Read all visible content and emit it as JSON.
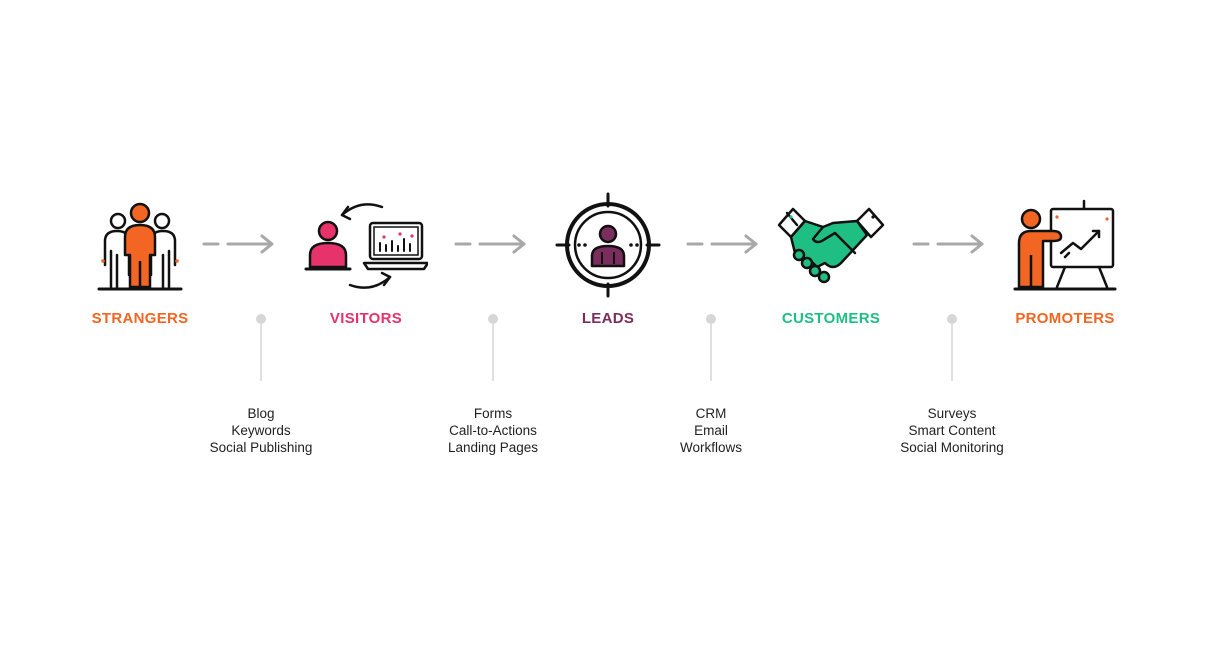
{
  "colors": {
    "orange": "#f26522",
    "pink": "#e6336b",
    "purple": "#7b2d5e",
    "green": "#1fbf83",
    "arrow_gray": "#a8a8a8",
    "outline": "#111111"
  },
  "stages": [
    {
      "label": "STRANGERS",
      "color": "#f26522",
      "icon": "people-group-icon"
    },
    {
      "label": "VISITORS",
      "color": "#e6336b",
      "icon": "person-laptop-cycle-icon"
    },
    {
      "label": "LEADS",
      "color": "#7b2d5e",
      "icon": "target-person-icon"
    },
    {
      "label": "CUSTOMERS",
      "color": "#1fbf83",
      "icon": "handshake-icon"
    },
    {
      "label": "PROMOTERS",
      "color": "#f26522",
      "icon": "presenter-board-icon"
    }
  ],
  "transitions": [
    {
      "tools": [
        "Blog",
        "Keywords",
        "Social Publishing"
      ]
    },
    {
      "tools": [
        "Forms",
        "Call-to-Actions",
        "Landing Pages"
      ]
    },
    {
      "tools": [
        "CRM",
        "Email",
        "Workflows"
      ]
    },
    {
      "tools": [
        "Surveys",
        "Smart Content",
        "Social Monitoring"
      ]
    }
  ]
}
